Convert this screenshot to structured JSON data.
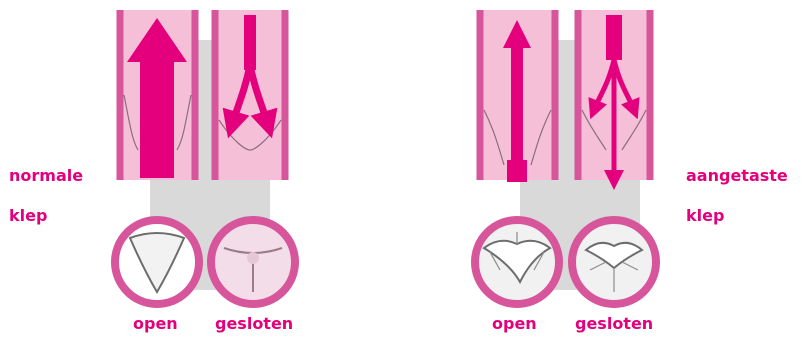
{
  "left_panel": {
    "label_line1": "normale",
    "label_line2": "klep",
    "caption_open": "open",
    "caption_closed": "gesloten"
  },
  "right_panel": {
    "label_line1": "aangetaste",
    "label_line2": "klep",
    "caption_open": "open",
    "caption_closed": "gesloten"
  },
  "colors": {
    "accent": "#e4007c",
    "vessel_fill": "#f6bfd8",
    "vessel_wall": "#d7559a",
    "background_band": "#d9d9d9",
    "leaflet_line": "#8a6f7c"
  },
  "icons": {
    "flow_arrow": "arrow-up",
    "backflow_arrow": "arrow-down",
    "valve_open": "valve-open-icon",
    "valve_closed": "valve-closed-icon"
  }
}
